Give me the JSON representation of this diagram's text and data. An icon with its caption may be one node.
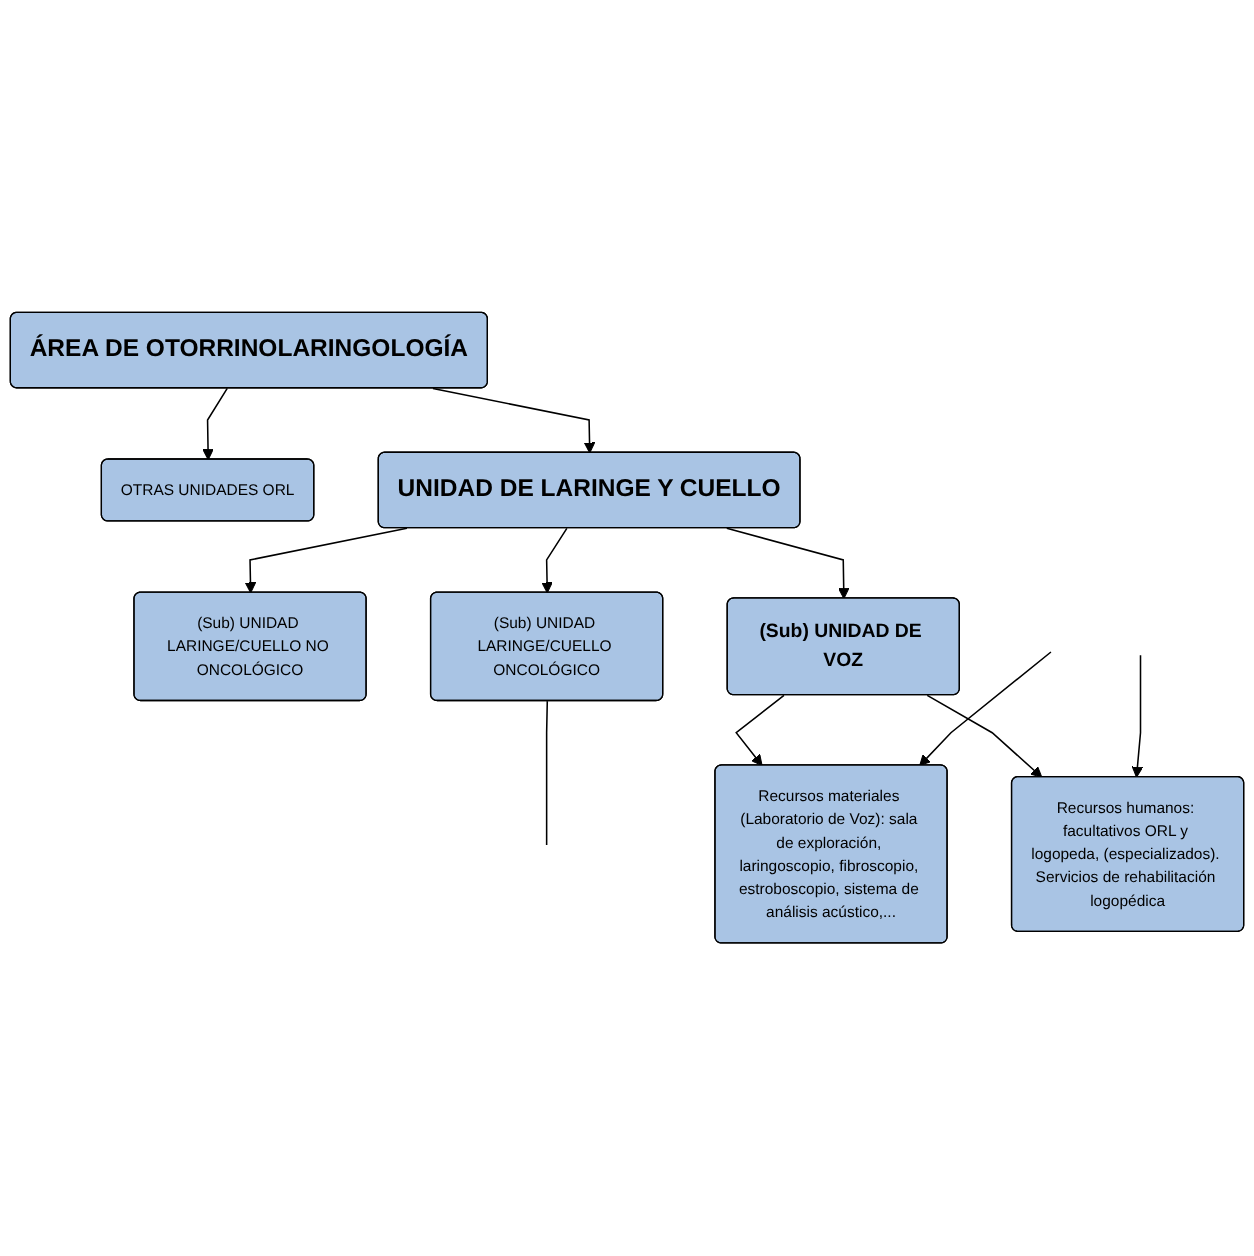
{
  "diagram": {
    "nodes": [
      {
        "text": [
          "ÁREA DE OTORRINOLARINGOLOGÍA"
        ]
      },
      {
        "text": [
          "OTRAS UNIDADES ORL"
        ]
      },
      {
        "text": [
          "UNIDAD DE LARINGE Y CUELLO"
        ]
      },
      {
        "text": [
          "(Sub) UNIDAD LARINGE/CUELLO NO ONCOLÓGICO"
        ]
      },
      {
        "text": [
          "(Sub) UNIDAD LARINGE/CUELLO ONCOLÓGICO"
        ]
      },
      {
        "text": [
          "(Sub) UNIDAD DE VOZ"
        ]
      },
      {
        "text": [
          "Recursos materiales (Laboratorio de Voz): sala de exploración, laringoscopio, fibroscopio, estroboscopio, sistema de análisis acústico,..."
        ]
      },
      {
        "text": [
          "Recursos humanos: facultativos ORL y logopeda, (especializados). Servicios de rehabilitación logopédica"
        ]
      }
    ],
    "edges": [
      {
        "from": 0,
        "to": 1,
        "arrow": "to"
      },
      {
        "from": 0,
        "to": 2,
        "arrow": "to"
      },
      {
        "from": 2,
        "to": 3,
        "arrow": "to"
      },
      {
        "from": 2,
        "to": 4,
        "arrow": "to"
      },
      {
        "from": 2,
        "to": 5,
        "arrow": "to"
      },
      {
        "from": 5,
        "to": 6,
        "arrow": "to"
      },
      {
        "from": 5,
        "to": 7,
        "arrow": "to"
      },
      {
        "from": null,
        "to": 6,
        "arrow": "to"
      },
      {
        "from": null,
        "to": 7,
        "arrow": "to"
      },
      {
        "from": 4,
        "to": null,
        "arrow": "none"
      }
    ]
  }
}
